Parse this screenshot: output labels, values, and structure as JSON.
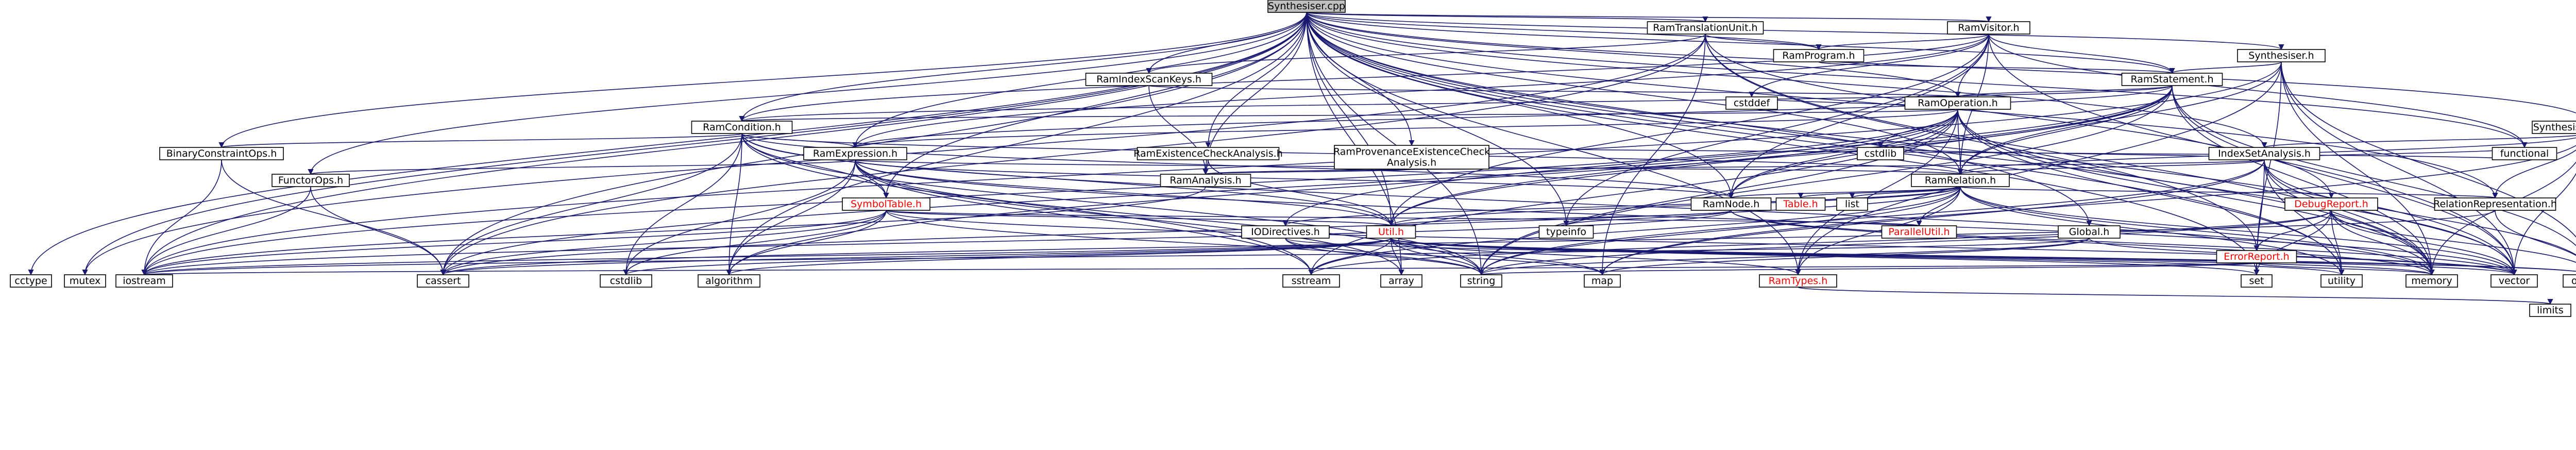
{
  "colors": {
    "root_fill": "#bfbfbf",
    "node_fill": "#ffffff",
    "text_default": "#000000",
    "text_linked_missing": "#ff0000",
    "edge": "#191970"
  },
  "nodes": [
    {
      "id": "root",
      "label": "Synthesiser.cpp",
      "root": true
    },
    {
      "id": "rti",
      "label": "RamTranslationUnit.h"
    },
    {
      "id": "rv",
      "label": "RamVisitor.h"
    },
    {
      "id": "synth",
      "label": "Synthesiser.h"
    },
    {
      "id": "rprog",
      "label": "RamProgram.h"
    },
    {
      "id": "rstmt",
      "label": "RamStatement.h"
    },
    {
      "id": "rop",
      "label": "RamOperation.h"
    },
    {
      "id": "ridx",
      "label": "RamIndexScanKeys.h"
    },
    {
      "id": "rcond",
      "label": "RamCondition.h"
    },
    {
      "id": "bco",
      "label": "BinaryConstraintOps.h"
    },
    {
      "id": "rexpr",
      "label": "RamExpression.h"
    },
    {
      "id": "fops",
      "label": "FunctorOps.h"
    },
    {
      "id": "rece",
      "label": "RamExistenceCheckAnalysis.h"
    },
    {
      "id": "rpece",
      "label": "RamProvenanceExistenceCheck\nAnalysis.h"
    },
    {
      "id": "ranal",
      "label": "RamAnalysis.h"
    },
    {
      "id": "srel",
      "label": "SynthesiserRelation.h"
    },
    {
      "id": "isa",
      "label": "IndexSetAnalysis.h"
    },
    {
      "id": "rrel",
      "label": "RamRelation.h"
    },
    {
      "id": "st",
      "label": "SymbolTable.h",
      "red": true
    },
    {
      "id": "rnode",
      "label": "RamNode.h"
    },
    {
      "id": "tableh",
      "label": "Table.h",
      "red": true
    },
    {
      "id": "list",
      "label": "list"
    },
    {
      "id": "paral",
      "label": "ParallelUtil.h",
      "red": true
    },
    {
      "id": "dbg",
      "label": "DebugReport.h",
      "red": true
    },
    {
      "id": "err",
      "label": "ErrorReport.h",
      "red": true
    },
    {
      "id": "glob",
      "label": "Global.h"
    },
    {
      "id": "iod",
      "label": "IODirectives.h"
    },
    {
      "id": "util",
      "label": "Util.h",
      "red": true
    },
    {
      "id": "rtypes",
      "label": "RamTypes.h",
      "red": true
    },
    {
      "id": "relrep",
      "label": "RelationRepresentation.h"
    },
    {
      "id": "typeinfo",
      "label": "typeinfo"
    },
    {
      "id": "cstddef",
      "label": "cstddef"
    },
    {
      "id": "cstdlib",
      "label": "cstdlib"
    },
    {
      "id": "functional",
      "label": "functional"
    },
    {
      "id": "cctype",
      "label": "cctype"
    },
    {
      "id": "mutex",
      "label": "mutex"
    },
    {
      "id": "iostream",
      "label": "iostream"
    },
    {
      "id": "cassert",
      "label": "cassert"
    },
    {
      "id": "cstdlibh",
      "label": "cstdlib"
    },
    {
      "id": "algorithm",
      "label": "algorithm"
    },
    {
      "id": "sstream",
      "label": "sstream"
    },
    {
      "id": "array",
      "label": "array"
    },
    {
      "id": "string",
      "label": "string"
    },
    {
      "id": "map",
      "label": "map"
    },
    {
      "id": "set",
      "label": "set"
    },
    {
      "id": "utility",
      "label": "utility"
    },
    {
      "id": "memory",
      "label": "memory"
    },
    {
      "id": "vector",
      "label": "vector"
    },
    {
      "id": "ostream",
      "label": "ostream"
    },
    {
      "id": "limits",
      "label": "limits"
    }
  ]
}
